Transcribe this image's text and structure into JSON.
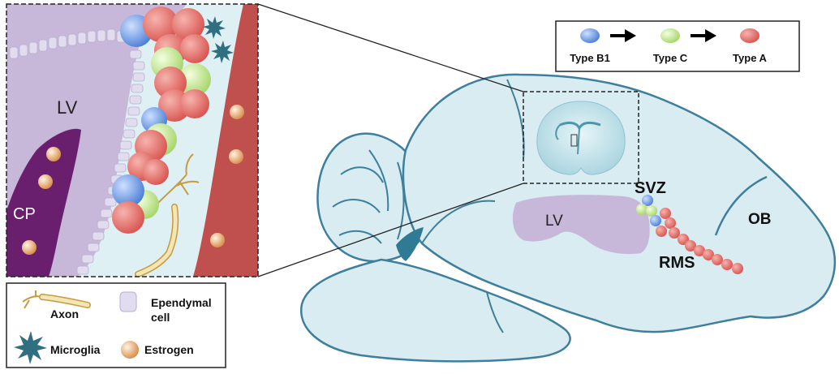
{
  "lineage_legend": {
    "items": [
      {
        "label": "Type B1",
        "color": "#5b8bd8"
      },
      {
        "label": "Type C",
        "color": "#b5e07a"
      },
      {
        "label": "Type A",
        "color": "#e0655f"
      }
    ]
  },
  "inset": {
    "lv_label": "LV",
    "cp_label": "CP"
  },
  "brain": {
    "lv_label": "LV",
    "svz_label": "SVZ",
    "ob_label": "OB",
    "rms_label": "RMS"
  },
  "key": {
    "axon_label": "Axon",
    "ependymal_label_line1": "Ependymal",
    "ependymal_label_line2": "cell",
    "microglia_label": "Microglia",
    "estrogen_label": "Estrogen"
  },
  "colors": {
    "brain_fill": "#d8ecf1",
    "brain_stroke": "#3d7f9c",
    "ventricle": "#c7b8d9",
    "choroid_plexus": "#6a1f6e",
    "vessel": "#c0504d",
    "microglia": "#2f6f80",
    "estrogen": "#e7a86a"
  }
}
